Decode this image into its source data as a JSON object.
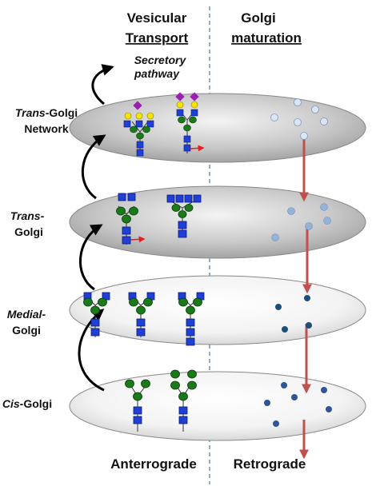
{
  "headers": {
    "left_line1": "Vesicular",
    "left_line2": "Transport",
    "right_line1": "Golgi",
    "right_line2": "maturation"
  },
  "secretory": {
    "line1": "Secretory",
    "line2": "pathway"
  },
  "compartments": [
    {
      "label_italic": "Trans",
      "label_rest": "-Golgi",
      "label_line2": "Network"
    },
    {
      "label_italic": "Trans",
      "label_rest": "-",
      "label_line2": "Golgi"
    },
    {
      "label_italic": "Medial",
      "label_rest": "-",
      "label_line2": "Golgi"
    },
    {
      "label_italic": "Cis",
      "label_rest": "-Golgi",
      "label_line2": ""
    }
  ],
  "footer": {
    "left": "Anterrograde",
    "right": "Retrograde"
  },
  "colors": {
    "disk_dark": "#bdbdbd",
    "disk_light": "#f2f2f2",
    "glcnac_square": "#1f3fd6",
    "mannose_circle": "#1a7a1a",
    "galactose_circle": "#f5e400",
    "sialic_diamond": "#9b1fb0",
    "red_arrow": "#c0504d",
    "divider": "#4f81bd",
    "enzyme_tgn": "#dce6f2",
    "enzyme_trans": "#95b3d7",
    "enzyme_medial": "#1f4e79",
    "enzyme_cis": "#2f5597"
  }
}
